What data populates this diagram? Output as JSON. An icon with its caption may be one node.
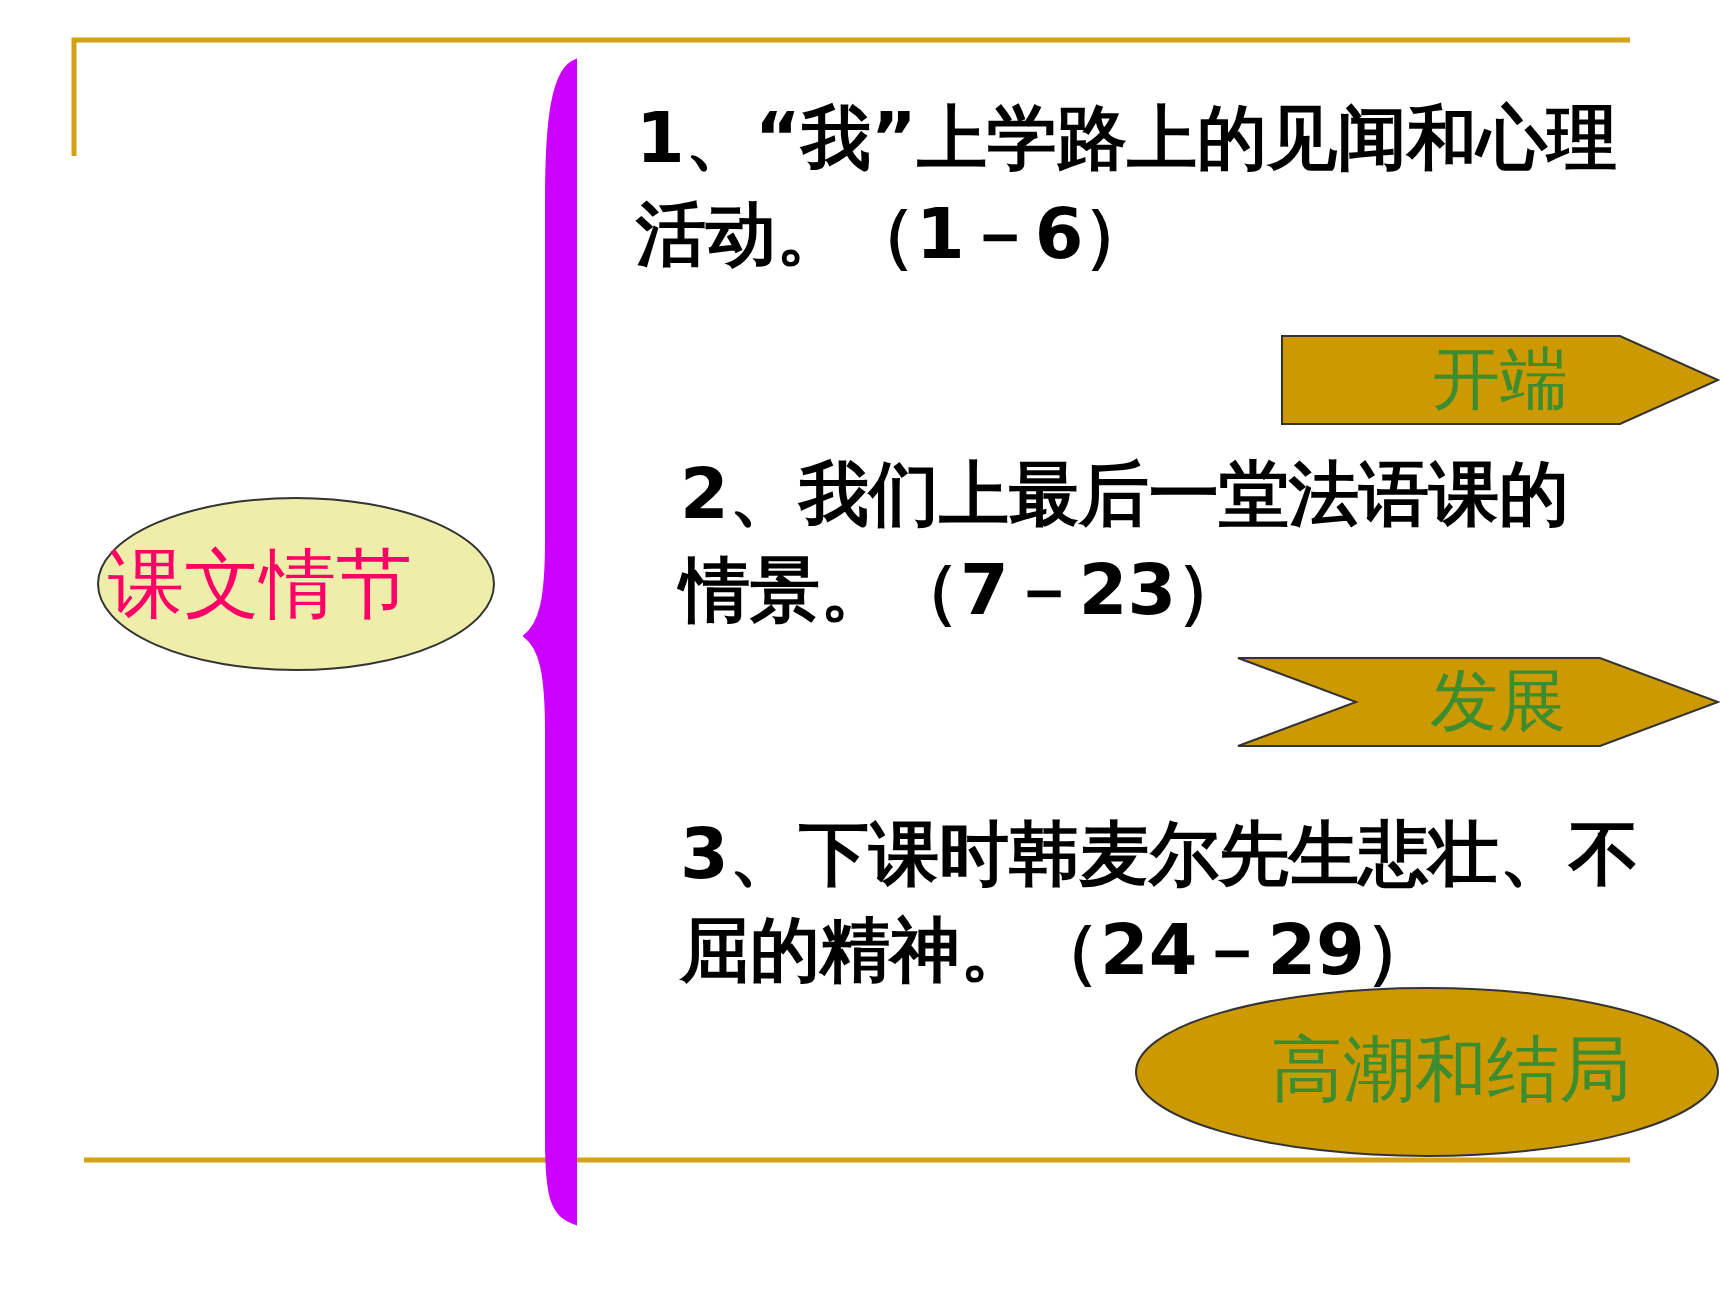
{
  "diagram": {
    "nodes": [
      {
        "text": [
          "课文情节"
        ]
      },
      {
        "text": [
          "开端"
        ]
      },
      {
        "text": [
          "发展"
        ]
      },
      {
        "text": [
          "高潮和结局"
        ]
      }
    ],
    "labels": [
      "1、“我”上学路上的见闻和心理活动。（1－6）",
      "2、我们上最后一堂法语课的情景。（7－23）",
      "3、下课时韩麦尔先生悲壮、不屈的精神。（24－29）"
    ]
  }
}
